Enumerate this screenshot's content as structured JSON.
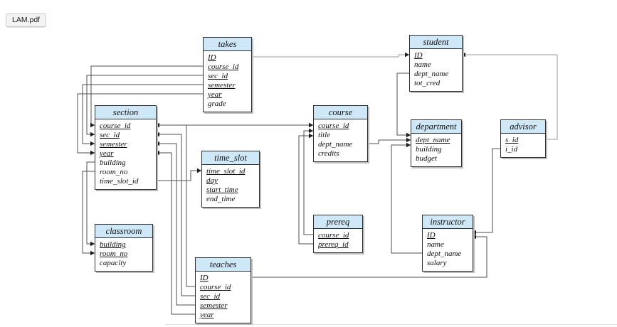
{
  "page": {
    "background": "#ffffff",
    "file_tab": {
      "label": "LAM.pdf"
    }
  },
  "diagram": {
    "header_fill": "#cfe8f7",
    "box_border": "#2e2e2e",
    "line_color": "#4f4f4f",
    "line_color_light": "#9a9a9a",
    "arrow_color": "#1c1c1c",
    "tables": [
      {
        "id": "takes",
        "title": "takes",
        "fields": [
          {
            "label": "ID",
            "key": true
          },
          {
            "label": "course_id",
            "key": true
          },
          {
            "label": "sec_id",
            "key": true
          },
          {
            "label": "semester",
            "key": true
          },
          {
            "label": "year",
            "key": true
          },
          {
            "label": "grade",
            "key": false
          }
        ]
      },
      {
        "id": "student",
        "title": "student",
        "fields": [
          {
            "label": "ID",
            "key": true
          },
          {
            "label": "name",
            "key": false
          },
          {
            "label": "dept_name",
            "key": false
          },
          {
            "label": "tot_cred",
            "key": false
          }
        ]
      },
      {
        "id": "section",
        "title": "section",
        "fields": [
          {
            "label": "course_id",
            "key": true
          },
          {
            "label": "sec_id",
            "key": true
          },
          {
            "label": "semester",
            "key": true
          },
          {
            "label": "year",
            "key": true
          },
          {
            "label": "building",
            "key": false
          },
          {
            "label": "room_no",
            "key": false
          },
          {
            "label": "time_slot_id",
            "key": false
          }
        ]
      },
      {
        "id": "course",
        "title": "course",
        "fields": [
          {
            "label": "course_id",
            "key": true
          },
          {
            "label": "title",
            "key": false
          },
          {
            "label": "dept_name",
            "key": false
          },
          {
            "label": "credits",
            "key": false
          }
        ]
      },
      {
        "id": "department",
        "title": "department",
        "fields": [
          {
            "label": "dept_name",
            "key": true
          },
          {
            "label": "building",
            "key": false
          },
          {
            "label": "budget",
            "key": false
          }
        ]
      },
      {
        "id": "advisor",
        "title": "advisor",
        "fields": [
          {
            "label": "s_id",
            "key": true
          },
          {
            "label": "i_id",
            "key": false
          }
        ]
      },
      {
        "id": "time_slot",
        "title": "time_slot",
        "fields": [
          {
            "label": "time_slot_id",
            "key": true
          },
          {
            "label": "day",
            "key": true
          },
          {
            "label": "start_time",
            "key": true
          },
          {
            "label": "end_time",
            "key": false
          }
        ]
      },
      {
        "id": "prereq",
        "title": "prereq",
        "fields": [
          {
            "label": "course_id",
            "key": true
          },
          {
            "label": "prereq_id",
            "key": true
          }
        ]
      },
      {
        "id": "instructor",
        "title": "instructor",
        "fields": [
          {
            "label": "ID",
            "key": true
          },
          {
            "label": "name",
            "key": false
          },
          {
            "label": "dept_name",
            "key": false
          },
          {
            "label": "salary",
            "key": false
          }
        ]
      },
      {
        "id": "classroom",
        "title": "classroom",
        "fields": [
          {
            "label": "building",
            "key": true
          },
          {
            "label": "room_no",
            "key": true
          },
          {
            "label": "capacity",
            "key": false
          }
        ]
      },
      {
        "id": "teaches",
        "title": "teaches",
        "fields": [
          {
            "label": "ID",
            "key": true
          },
          {
            "label": "course_id",
            "key": true
          },
          {
            "label": "sec_id",
            "key": true
          },
          {
            "label": "semester",
            "key": true
          },
          {
            "label": "year",
            "key": true
          }
        ]
      }
    ],
    "relationships": [
      {
        "from": "takes.course_id",
        "to": "section.course_id"
      },
      {
        "from": "takes.sec_id",
        "to": "section.sec_id"
      },
      {
        "from": "takes.semester",
        "to": "section.semester"
      },
      {
        "from": "takes.year",
        "to": "section.year"
      },
      {
        "from": "takes.ID",
        "to": "student.ID"
      },
      {
        "from": "advisor.s_id",
        "to": "student.ID"
      },
      {
        "from": "advisor.i_id",
        "to": "instructor.ID"
      },
      {
        "from": "section.course_id",
        "to": "course.course_id"
      },
      {
        "from": "teaches.course_id",
        "to": "section.course_id"
      },
      {
        "from": "teaches.sec_id",
        "to": "section.sec_id"
      },
      {
        "from": "teaches.semester",
        "to": "section.semester"
      },
      {
        "from": "teaches.year",
        "to": "section.year"
      },
      {
        "from": "section.time_slot_id",
        "to": "time_slot.time_slot_id"
      },
      {
        "from": "section.building",
        "to": "classroom.building"
      },
      {
        "from": "section.room_no",
        "to": "classroom.room_no"
      },
      {
        "from": "student.dept_name",
        "to": "department.dept_name"
      },
      {
        "from": "course.dept_name",
        "to": "department.dept_name"
      },
      {
        "from": "instructor.dept_name",
        "to": "department.dept_name"
      },
      {
        "from": "prereq.course_id",
        "to": "course.course_id"
      },
      {
        "from": "prereq.prereq_id",
        "to": "course.course_id"
      },
      {
        "from": "teaches.ID",
        "to": "instructor.ID"
      }
    ]
  }
}
